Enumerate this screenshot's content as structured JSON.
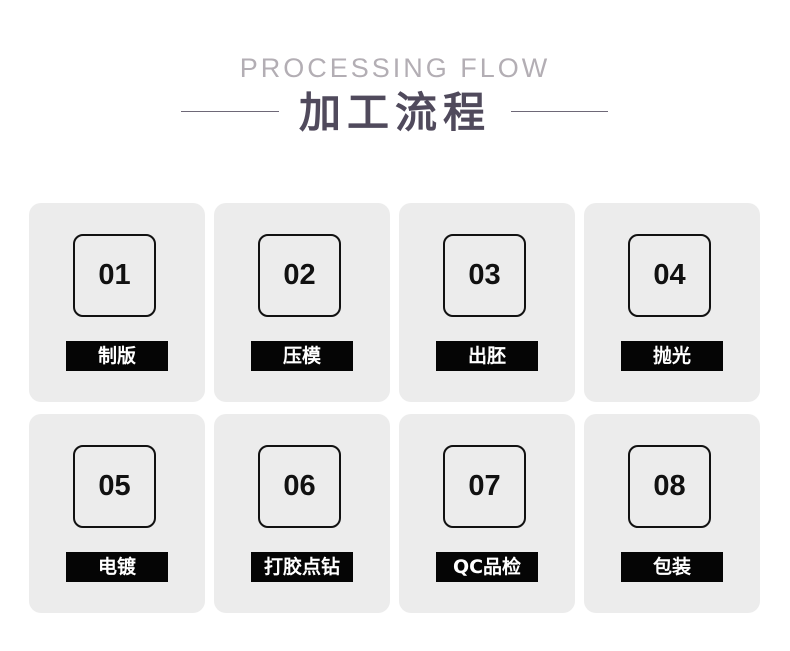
{
  "header": {
    "subtitle": "PROCESSING FLOW",
    "title": "加工流程"
  },
  "steps": [
    {
      "number": "01",
      "label": "制版"
    },
    {
      "number": "02",
      "label": "压模"
    },
    {
      "number": "03",
      "label": "出胚"
    },
    {
      "number": "04",
      "label": "抛光"
    },
    {
      "number": "05",
      "label": "电镀"
    },
    {
      "number": "06",
      "label": "打胶点钻"
    },
    {
      "number": "07",
      "label": "QC品检"
    },
    {
      "number": "08",
      "label": "包装"
    }
  ],
  "colors": {
    "subtitle": "#b3aeb4",
    "title": "#504a5c",
    "card_background": "#ececec",
    "label_background": "#050505",
    "label_text": "#ffffff",
    "number_border": "#111111"
  }
}
